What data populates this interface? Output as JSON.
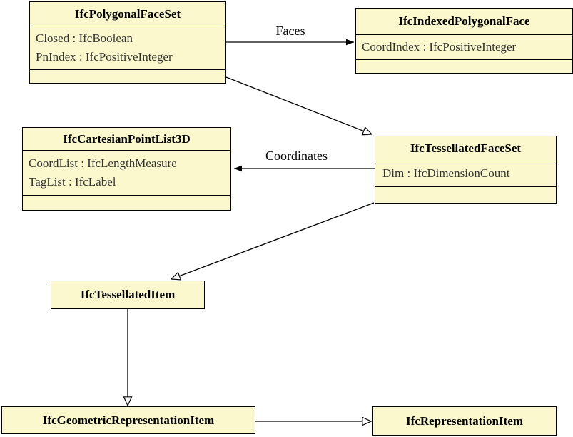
{
  "diagram": {
    "type": "uml-class-diagram",
    "colors": {
      "box_fill": "#FBF8CE",
      "border": "#000000",
      "title_text": "#000000",
      "attribute_text": "#333333",
      "background": "#FFFFFF"
    },
    "classes": [
      {
        "name": "IfcPolygonalFaceSet",
        "attributes": [
          "Closed : IfcBoolean",
          "PnIndex : IfcPositiveInteger"
        ]
      },
      {
        "name": "IfcIndexedPolygonalFace",
        "attributes": [
          "CoordIndex : IfcPositiveInteger"
        ]
      },
      {
        "name": "IfcCartesianPointList3D",
        "attributes": [
          "CoordList : IfcLengthMeasure",
          "TagList : IfcLabel"
        ]
      },
      {
        "name": "IfcTessellatedFaceSet",
        "attributes": [
          "Dim : IfcDimensionCount"
        ]
      },
      {
        "name": "IfcTessellatedItem",
        "attributes": []
      },
      {
        "name": "IfcGeometricRepresentationItem",
        "attributes": []
      },
      {
        "name": "IfcRepresentationItem",
        "attributes": []
      }
    ],
    "relationships": [
      {
        "kind": "association",
        "label": "Faces",
        "from": "IfcPolygonalFaceSet",
        "to": "IfcIndexedPolygonalFace"
      },
      {
        "kind": "generalization",
        "label": "",
        "from": "IfcPolygonalFaceSet",
        "to": "IfcTessellatedFaceSet"
      },
      {
        "kind": "association",
        "label": "Coordinates",
        "from": "IfcTessellatedFaceSet",
        "to": "IfcCartesianPointList3D"
      },
      {
        "kind": "generalization",
        "label": "",
        "from": "IfcTessellatedFaceSet",
        "to": "IfcTessellatedItem"
      },
      {
        "kind": "generalization",
        "label": "",
        "from": "IfcTessellatedItem",
        "to": "IfcGeometricRepresentationItem"
      },
      {
        "kind": "generalization",
        "label": "",
        "from": "IfcGeometricRepresentationItem",
        "to": "IfcRepresentationItem"
      }
    ]
  }
}
